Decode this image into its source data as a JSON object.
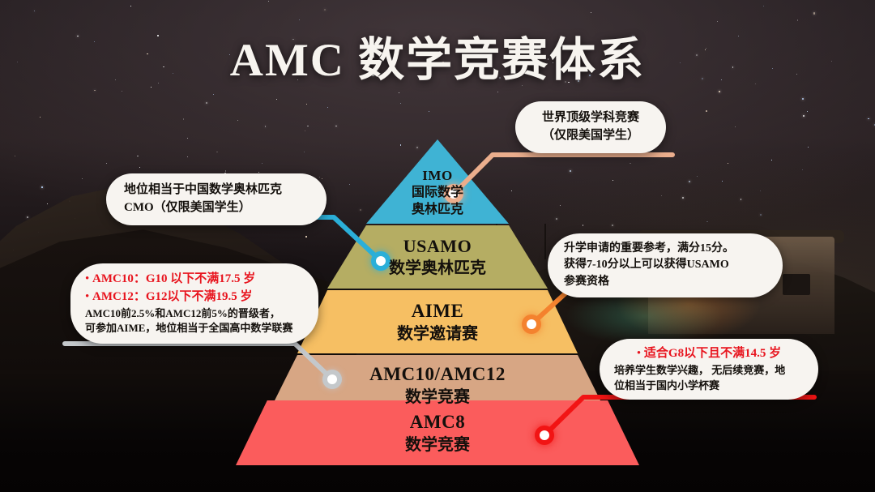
{
  "page": {
    "title": "AMC 数学竞赛体系",
    "background": "night-sky-landscape"
  },
  "colors": {
    "imo": "#3FB3D4",
    "usamo": "#B5AD63",
    "aime": "#F6BF63",
    "amc1012": "#D7A684",
    "amc8": "#FB5C5C",
    "connector_imo": "#EBAE8D",
    "connector_usamo": "#2BAFD8",
    "connector_aime": "#F4822E",
    "connector_amc1012": "#C4C8CB",
    "connector_amc8": "#F21414",
    "callout_bg": "#F7F4F0",
    "accent_red": "#E8141E",
    "title_color": "#F7F4EF"
  },
  "pyramid": {
    "tiers": [
      {
        "id": "imo",
        "name_en": "IMO",
        "name_cn_1": "国际数学",
        "name_cn_2": "奥林匹克",
        "color": "#3FB3D4"
      },
      {
        "id": "usamo",
        "name_en": "USAMO",
        "name_cn_1": "数学奥林匹克",
        "name_cn_2": "",
        "color": "#B5AD63"
      },
      {
        "id": "aime",
        "name_en": "AIME",
        "name_cn_1": "数学邀请赛",
        "name_cn_2": "",
        "color": "#F6BF63"
      },
      {
        "id": "amc1012",
        "name_en": "AMC10/AMC12",
        "name_cn_1": "数学竞赛",
        "name_cn_2": "",
        "color": "#D7A684"
      },
      {
        "id": "amc8",
        "name_en": "AMC8",
        "name_cn_1": "数学竞赛",
        "name_cn_2": "",
        "color": "#FB5C5C"
      }
    ]
  },
  "callouts": {
    "imo": {
      "line1": "世界顶级学科竞赛",
      "line2": "（仅限美国学生）"
    },
    "usamo": {
      "line1": "地位相当于中国数学奥林匹克",
      "line2": "CMO（仅限美国学生）"
    },
    "aime": {
      "line1": "升学申请的重要参考，满分15分。",
      "line2": "获得7-10分以上可以获得USAMO",
      "line3": "参赛资格"
    },
    "amc1012": {
      "bullet1": "AMC10：G10 以下不满17.5 岁",
      "bullet2": "AMC12：G12以下不满19.5 岁",
      "body1": "AMC10前2.5%和AMC12前5%的晋级者，",
      "body2": "可参加AIME，地位相当于全国高中数学联赛"
    },
    "amc8": {
      "bullet1": "适合G8以下且不满14.5 岁",
      "body1": "培养学生数学兴趣，  无后续竞赛，地",
      "body2": "位相当于国内小学杯赛"
    }
  }
}
